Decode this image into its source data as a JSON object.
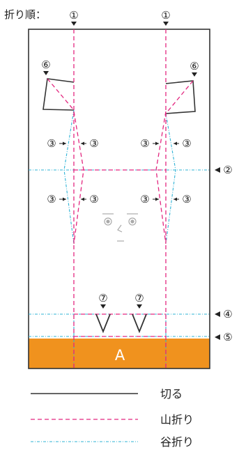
{
  "order_label": "折り順：",
  "step_markers": [
    "①",
    "①",
    "⑥",
    "⑥",
    "③",
    "③",
    "③",
    "③",
    "③",
    "③",
    "③",
    "③",
    "②",
    "⑦",
    "⑦",
    "④",
    "⑤"
  ],
  "panel_label": "A",
  "legend": {
    "cut": "切る",
    "mountain": "山折り",
    "valley": "谷折り"
  },
  "colors": {
    "outline": "#333333",
    "mountain": "#e3267f",
    "valley": "#2fb3d6",
    "panel": "#f0921e",
    "panel_text": "#ffffff",
    "face": "#aaaaaa"
  }
}
